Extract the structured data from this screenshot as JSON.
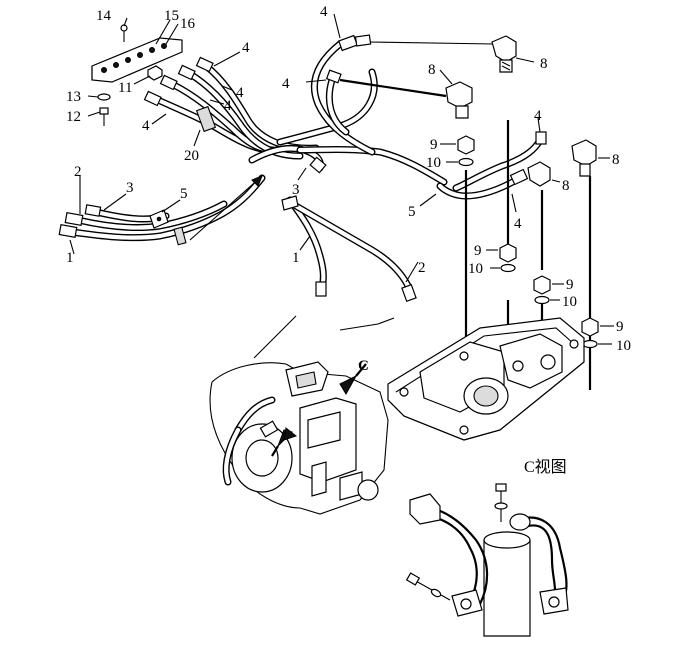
{
  "view_title": "C视图",
  "callouts": {
    "c1": "1",
    "c2": "2",
    "c3": "3",
    "c4": "4",
    "c5": "5",
    "c8": "8",
    "c9": "9",
    "c10": "10",
    "c11": "11",
    "c12": "12",
    "c13": "13",
    "c14": "14",
    "c15": "15",
    "c16": "16",
    "c20": "20",
    "view_c": "C"
  }
}
